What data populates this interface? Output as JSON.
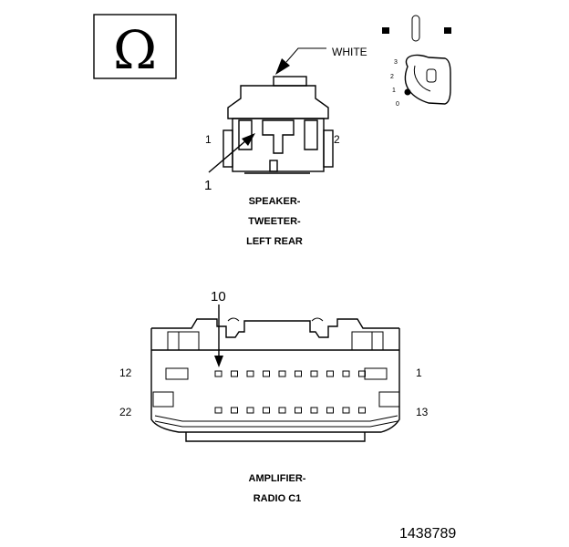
{
  "symbol": {
    "icon": "omega-icon",
    "glyph": "Ω"
  },
  "speaker_connector": {
    "color_label": "WHITE",
    "pin_left": "1",
    "pin_right": "2",
    "callout": "1",
    "caption": [
      "SPEAKER-",
      "TWEETER-",
      "LEFT REAR"
    ]
  },
  "key_icon": {
    "icon": "ignition-key-icon",
    "positions": [
      "3",
      "2",
      "1",
      "0"
    ]
  },
  "amplifier_connector": {
    "callout": "10",
    "pin_top_left": "12",
    "pin_top_right": "1",
    "pin_bottom_left": "22",
    "pin_bottom_right": "13",
    "caption": [
      "AMPLIFIER-",
      "RADIO C1"
    ],
    "top_row_cavities": 10,
    "bottom_row_cavities": 10
  },
  "figure_number": "1438789"
}
